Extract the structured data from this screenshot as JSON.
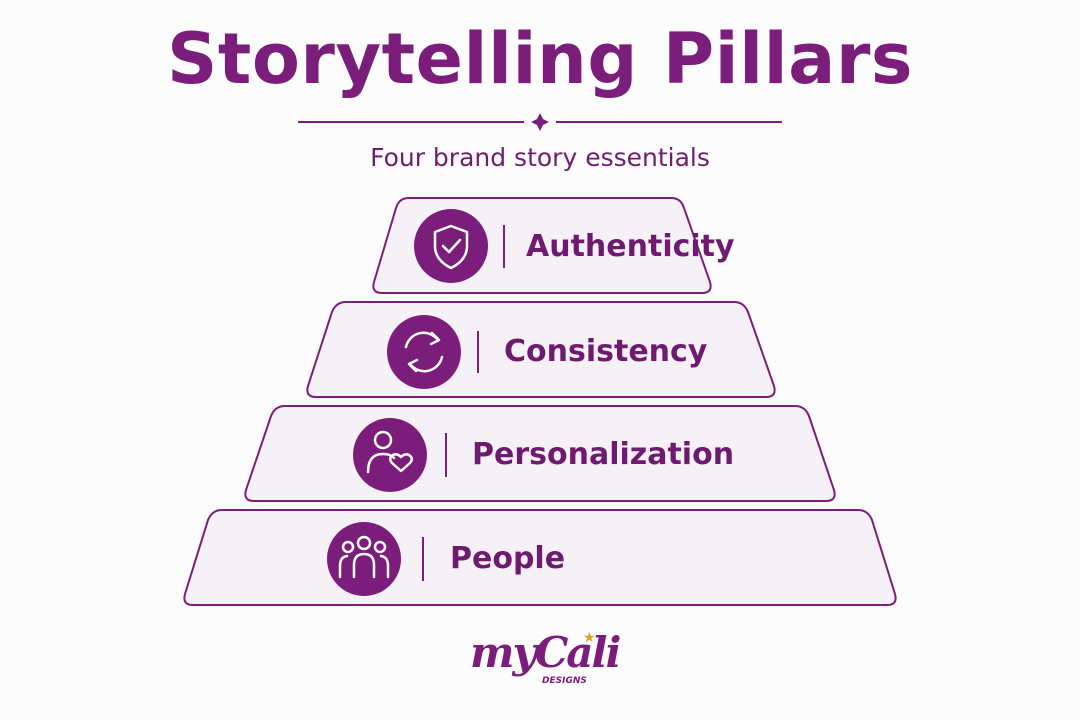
{
  "header": {
    "title": "Storytelling Pillars",
    "subtitle": "Four brand story essentials"
  },
  "pillars": [
    {
      "label": "Authenticity",
      "icon": "shield-check-icon"
    },
    {
      "label": "Consistency",
      "icon": "refresh-cycle-icon"
    },
    {
      "label": "Personalization",
      "icon": "person-heart-icon"
    },
    {
      "label": "People",
      "icon": "group-people-icon"
    }
  ],
  "logo": {
    "text": "myCali",
    "subtext": "DESIGNS"
  },
  "colors": {
    "primary": "#7b1d7a",
    "tier_fill": "#f6f1f6",
    "star": "#e0a020"
  }
}
